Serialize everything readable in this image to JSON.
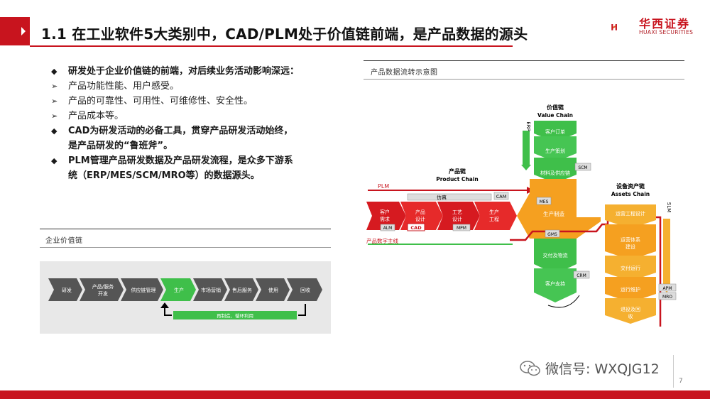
{
  "header": {
    "title": "1.1 在工业软件5大类别中，CAD/PLM处于价值链前端，是产品数据的源头",
    "logo_cn": "华西证券",
    "logo_en": "HUAXI SECURITIES"
  },
  "bullets": [
    {
      "marker": "◆",
      "text": "研发处于企业价值链的前端，对后续业务活动影响深远：",
      "style": "bold"
    },
    {
      "marker": "➢",
      "text": "产品功能性能、用户感受。",
      "style": "sub"
    },
    {
      "marker": "➢",
      "text": "产品的可靠性、可用性、可维修性、安全性。",
      "style": "sub"
    },
    {
      "marker": "➢",
      "text": "产品成本等。",
      "style": "sub"
    },
    {
      "marker": "◆",
      "text": "CAD为研发活动的必备工具，贯穿产品研发活动始终，",
      "style": "bold"
    },
    {
      "marker": "",
      "text": "是产品研发的“鲁班斧”。",
      "style": "bold"
    },
    {
      "marker": "◆",
      "text": "PLM管理产品研发数据及产品研发流程，是众多下游系",
      "style": "bold"
    },
    {
      "marker": "",
      "text": "统（ERP/MES/SCM/MRO等）的数据源头。",
      "style": "bold"
    }
  ],
  "sections": {
    "left_label": "企业价值链",
    "right_label": "产品数据流转示意图"
  },
  "value_chain": {
    "steps": [
      "研发",
      "产品/服务开发",
      "供应链管理",
      "生产",
      "市场营销",
      "售后服务",
      "使用",
      "回收"
    ],
    "loop_label": "再制造、循环利用"
  },
  "flow": {
    "plm": "PLM",
    "product_chain_cn": "产品链",
    "product_chain_en": "Product Chain",
    "value_chain_cn": "价值链",
    "value_chain_en": "Value Chain",
    "assets_chain_cn": "设备资产链",
    "assets_chain_en": "Assets Chain",
    "main_line": "产品数字主线",
    "erp": "ERP",
    "slm": "SLM",
    "product_steps": [
      "客户需求",
      "产品设计",
      "工艺设计",
      "生产工程"
    ],
    "sim": "仿真",
    "cam": "CAM",
    "alm": "ALM",
    "cad": "CAD",
    "mpm": "MPM",
    "value_steps": [
      "客户订单",
      "生产策划",
      "材料及供应链"
    ],
    "scm": "SCM",
    "mes": "MES",
    "production": "生产制造",
    "gms": "GMS",
    "delivery": "交付及物流",
    "crm": "CRM",
    "support": "客户支持",
    "assets_steps": [
      "运营体系建设",
      "交付运行",
      "运行维护",
      "退役及回收"
    ],
    "asset_design": "运营工程设计",
    "apm": "APM",
    "mro": "MRO"
  },
  "footer": {
    "wechat": "微信号: WXQJG12",
    "page": "7"
  }
}
